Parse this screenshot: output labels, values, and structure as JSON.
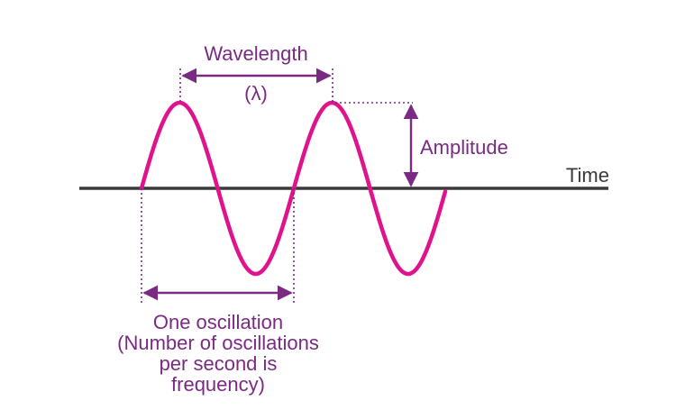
{
  "labels": {
    "wavelength": "Wavelength",
    "lambda": "(λ)",
    "amplitude": "Amplitude",
    "time": "Time",
    "oscillation_lines": [
      "One oscillation",
      "(Number of oscillations",
      "per second is",
      "frequency)"
    ]
  },
  "colors": {
    "wave": "#e0138c",
    "annotation": "#7b2a84",
    "axis": "#3a3a3c"
  }
}
